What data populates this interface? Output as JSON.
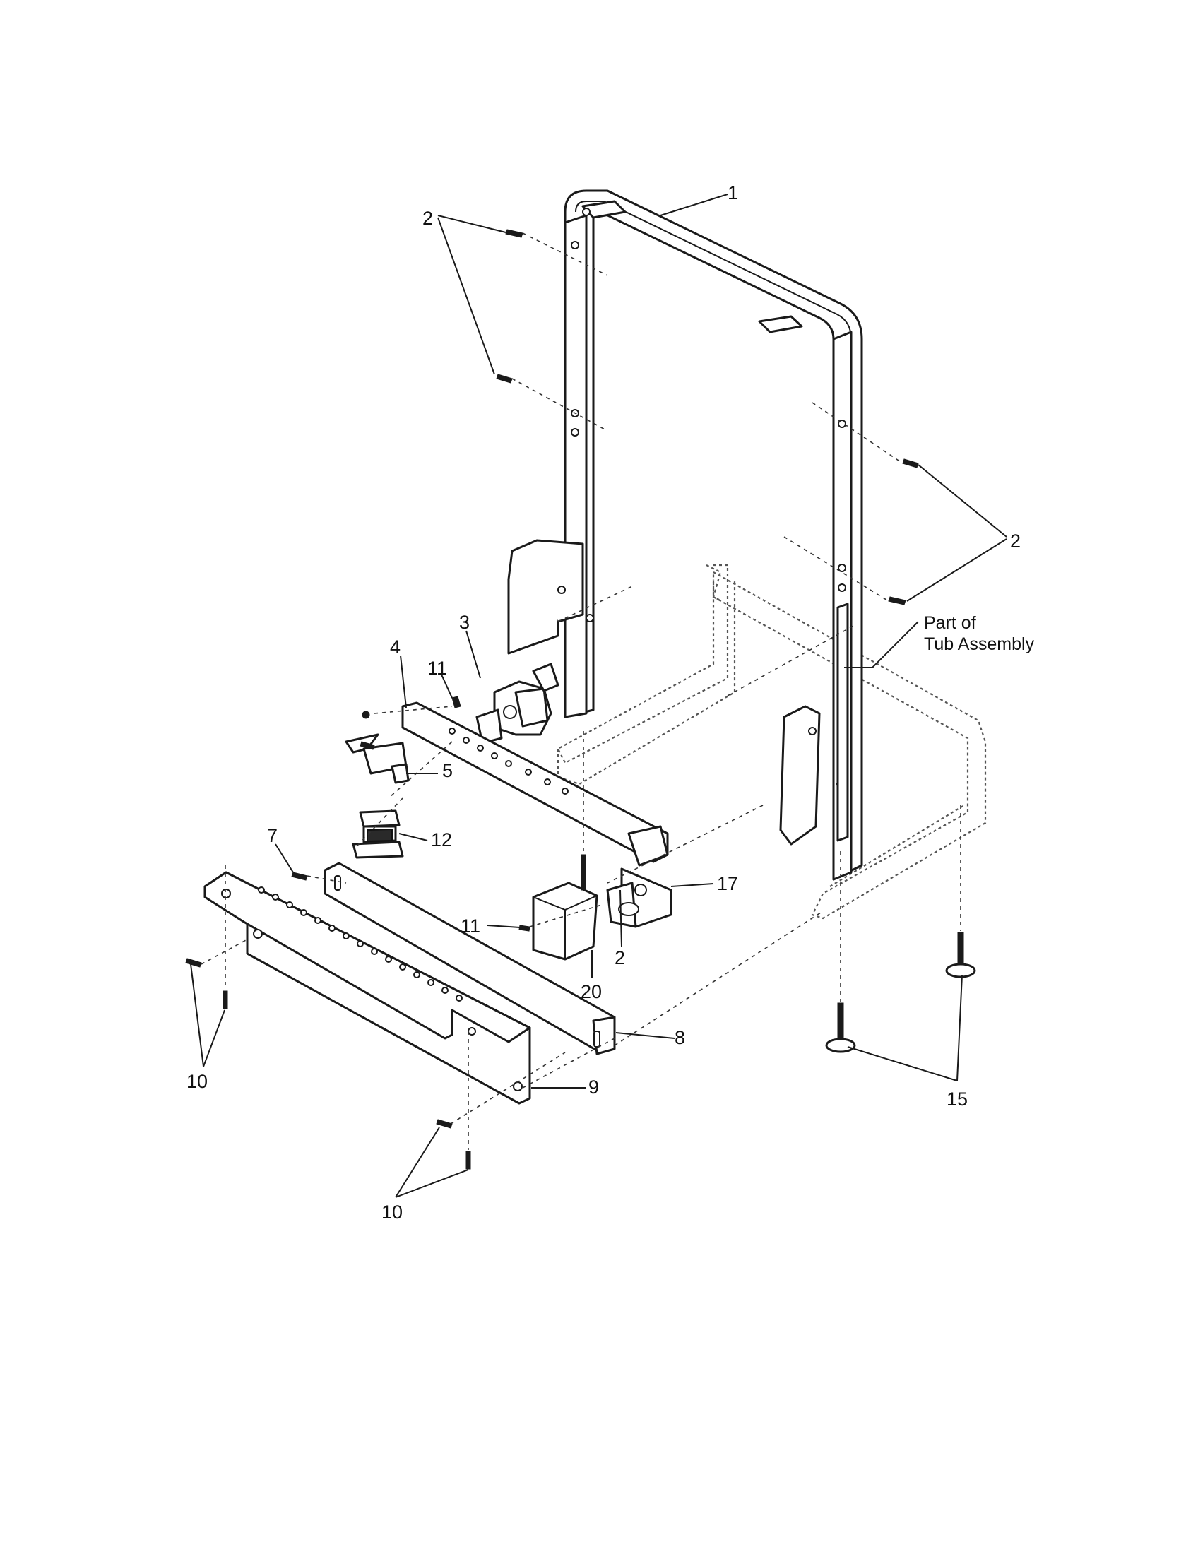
{
  "callouts": {
    "c1": "1",
    "c2_top": "2",
    "c2_right": "2",
    "c2_bottom": "2",
    "c3": "3",
    "c4": "4",
    "c5": "5",
    "c7": "7",
    "c8": "8",
    "c9": "9",
    "c10_left": "10",
    "c10_bottom": "10",
    "c11_upper": "11",
    "c11_lower": "11",
    "c12": "12",
    "c15": "15",
    "c17": "17",
    "c20": "20"
  },
  "note": {
    "line1": "Part of",
    "line2": "Tub Assembly"
  }
}
